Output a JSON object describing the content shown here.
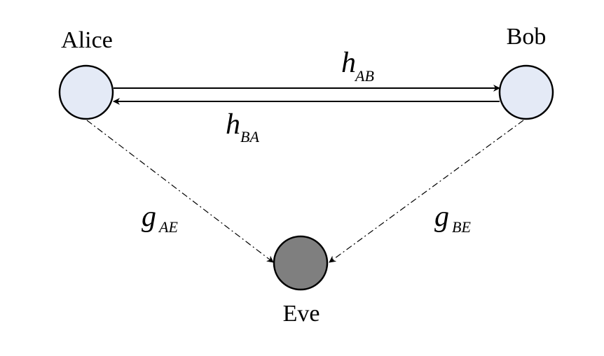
{
  "nodes": {
    "alice": {
      "label": "Alice",
      "fill": "#e4eaf6"
    },
    "bob": {
      "label": "Bob",
      "fill": "#e4eaf6"
    },
    "eve": {
      "label": "Eve",
      "fill": "#7f7f7f"
    }
  },
  "channels": {
    "ab": {
      "main": "h",
      "sub": "AB"
    },
    "ba": {
      "main": "h",
      "sub": "BA"
    },
    "ae": {
      "main": "g",
      "sub": "AE"
    },
    "be": {
      "main": "g",
      "sub": "BE"
    }
  }
}
